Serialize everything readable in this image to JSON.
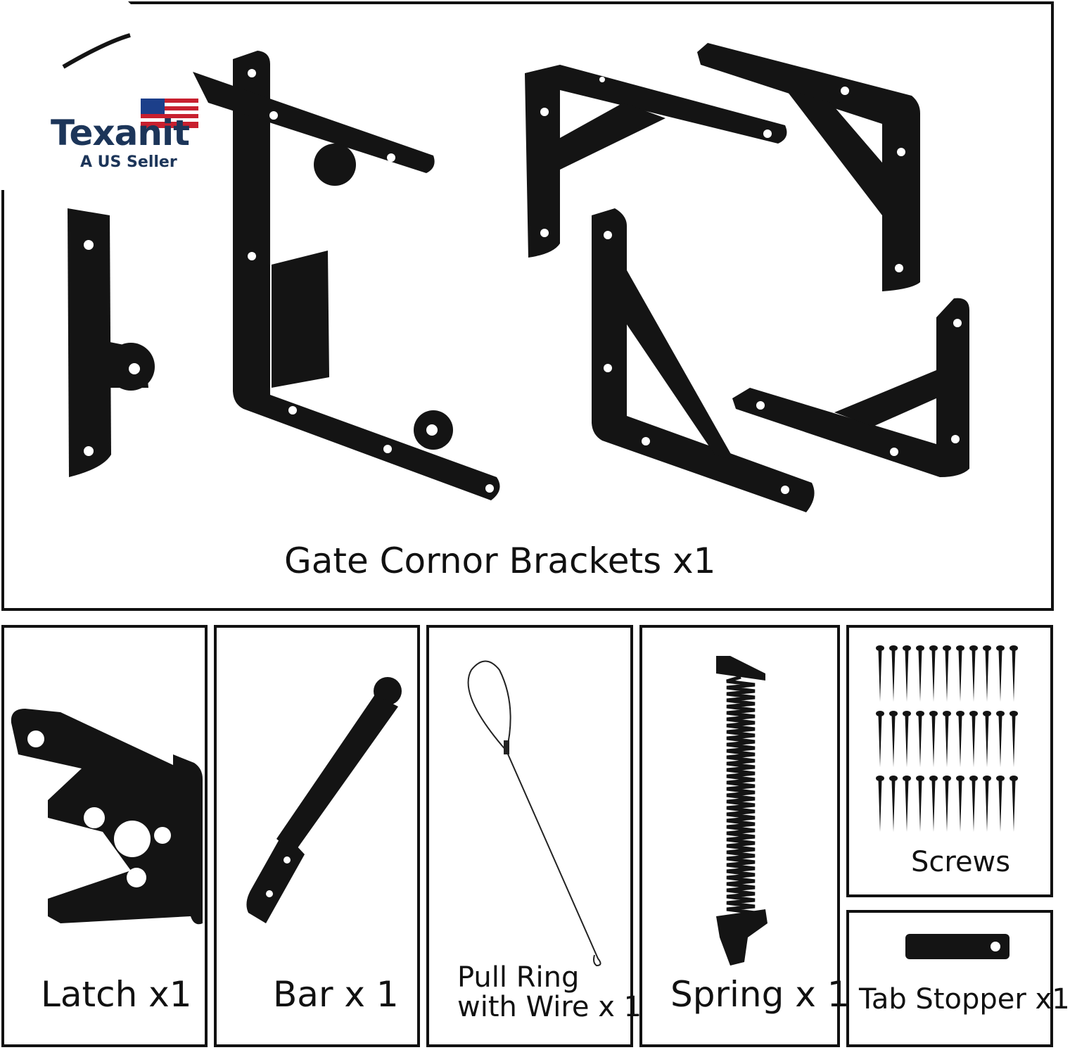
{
  "brand": {
    "name": "Texanit",
    "tagline": "A US Seller",
    "flag_icon": "us-flag-icon"
  },
  "colors": {
    "metal": "#141414",
    "border": "#111111",
    "background": "#ffffff"
  },
  "panels": {
    "main": {
      "label": "Gate Cornor Brackets x1"
    },
    "latch": {
      "label": "Latch x1"
    },
    "bar": {
      "label": "Bar x 1"
    },
    "pull_ring": {
      "label_line1": "Pull Ring",
      "label_line2": "with Wire x 1"
    },
    "spring": {
      "label": "Spring x 1"
    },
    "screws": {
      "label": "Screws"
    },
    "tab_stopper": {
      "label": "Tab Stopper x1"
    }
  }
}
